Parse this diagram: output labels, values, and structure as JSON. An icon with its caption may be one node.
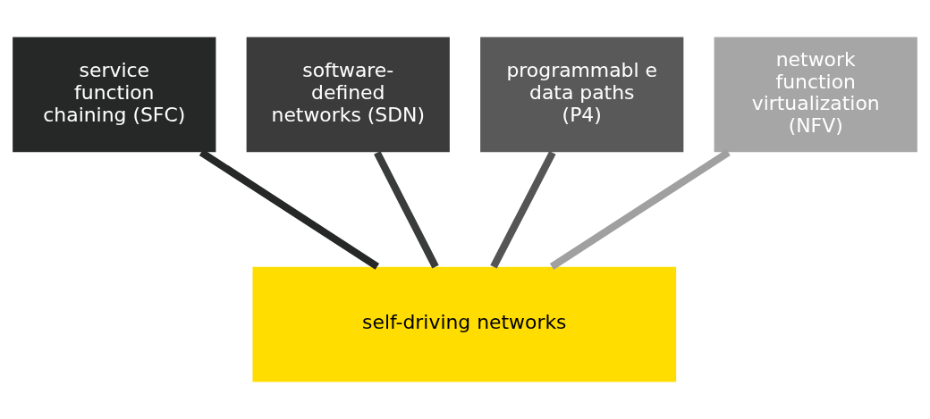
{
  "diagram": {
    "nodes": [
      {
        "text": [
          "service function chaining (SFC)"
        ]
      },
      {
        "text": [
          "software-defined networks (SDN)"
        ]
      },
      {
        "text": [
          "programmabl e data paths (P4)"
        ]
      },
      {
        "text": [
          "network function virtualization (NFV)"
        ]
      },
      {
        "text": [
          "self-driving networks"
        ]
      }
    ],
    "edges": [
      {
        "from": 0,
        "to": 4,
        "arrow": "none",
        "color": "#262828"
      },
      {
        "from": 1,
        "to": 4,
        "arrow": "none",
        "color": "#3a3b3b"
      },
      {
        "from": 2,
        "to": 4,
        "arrow": "none",
        "color": "#555555"
      },
      {
        "from": 3,
        "to": 4,
        "arrow": "none",
        "color": "#a0a0a0"
      }
    ]
  }
}
